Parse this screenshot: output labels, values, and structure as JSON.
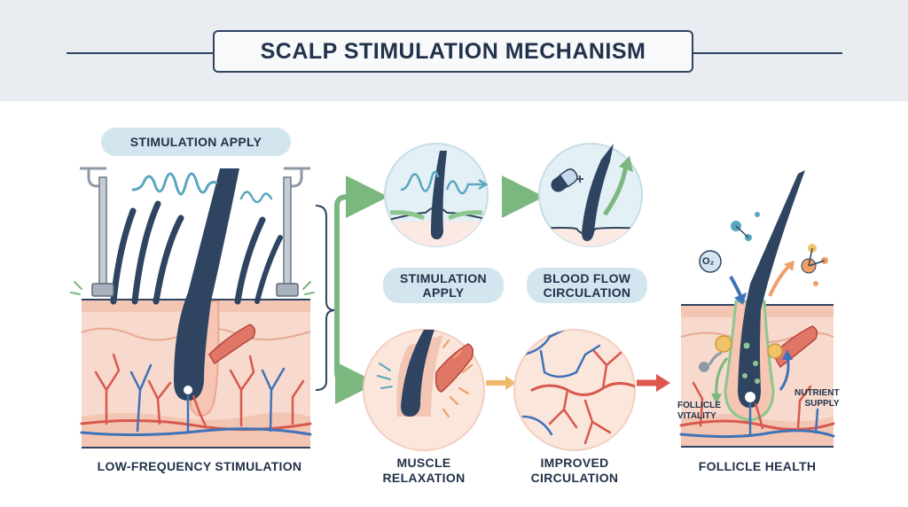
{
  "title": "SCALP STIMULATION MECHANISM",
  "left_panel": {
    "pill": "STIMULATION APPLY",
    "caption": "LOW-FREQUENCY STIMULATION"
  },
  "top_row": {
    "pill_1": [
      "STIMULATION",
      "APPLY"
    ],
    "pill_2": [
      "BLOOD FLOW",
      "CIRCULATION"
    ]
  },
  "bottom_row": {
    "caption_1": [
      "MUSCLE",
      "RELAXATION"
    ],
    "caption_2": [
      "IMPROVED",
      "CIRCULATION"
    ]
  },
  "right_panel": {
    "caption": "FOLLICLE HEALTH",
    "oxygen_label": "O₂",
    "vitality_label": [
      "FOLLICLE",
      "VITALITY"
    ],
    "nutrient_label": [
      "NUTRIENT",
      "SUPPLY"
    ]
  },
  "colors": {
    "navy": "#2f4460",
    "skin": "#f7d9cd",
    "vein_red": "#d9584e",
    "vein_blue": "#3f72b8",
    "arrow_green": "#7ab87f",
    "arrow_orange": "#ef9f67",
    "arrow_red": "#e0574f",
    "wave_teal": "#5aa6bf"
  }
}
